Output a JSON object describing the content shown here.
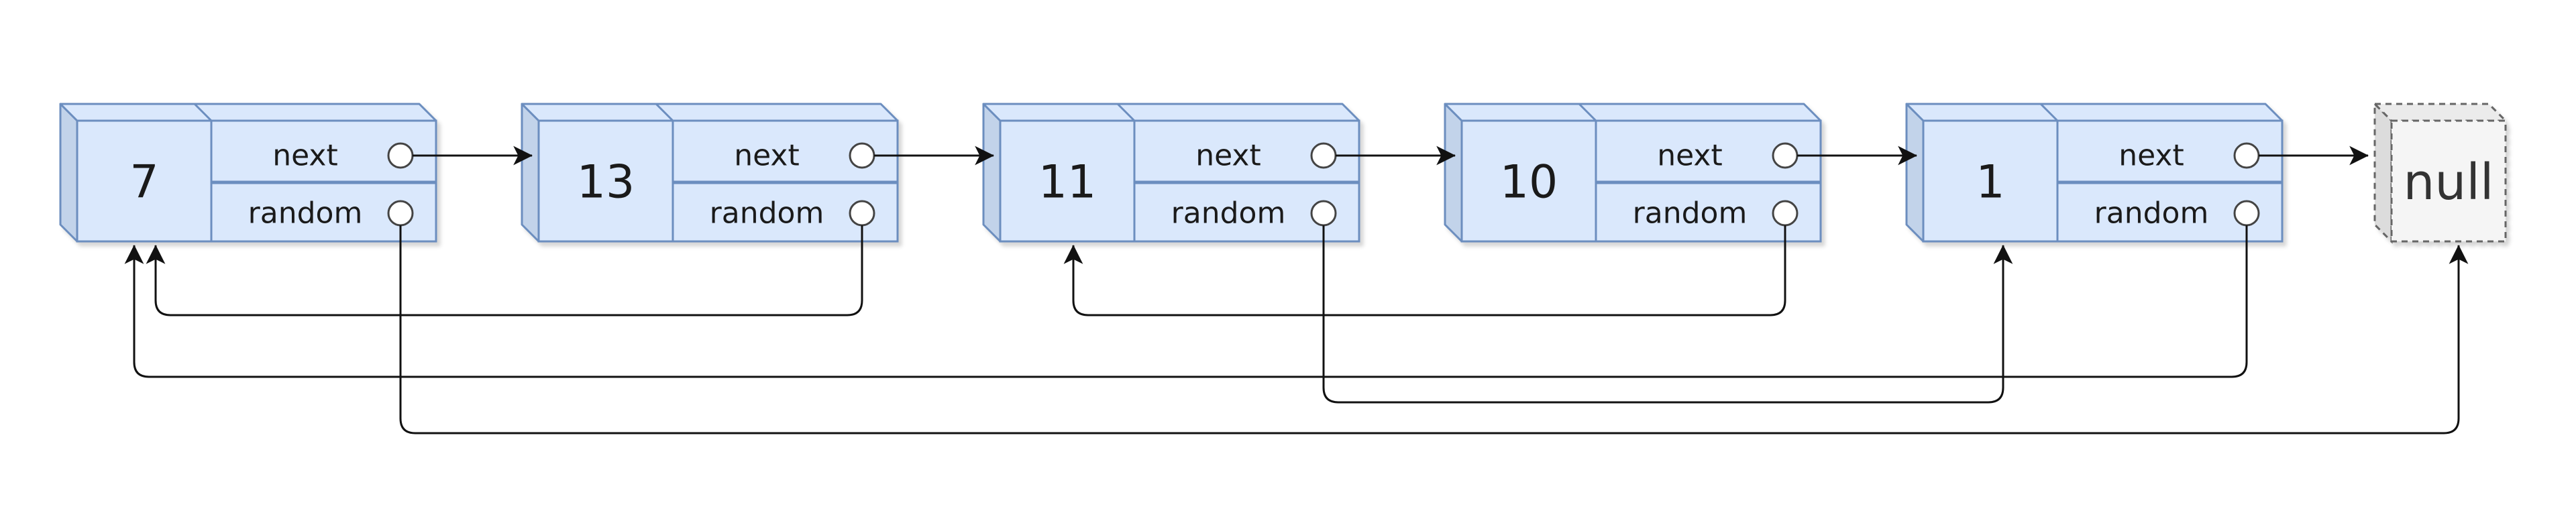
{
  "nodes": [
    {
      "value": "7",
      "fields": [
        "next",
        "random"
      ]
    },
    {
      "value": "13",
      "fields": [
        "next",
        "random"
      ]
    },
    {
      "value": "11",
      "fields": [
        "next",
        "random"
      ]
    },
    {
      "value": "10",
      "fields": [
        "next",
        "random"
      ]
    },
    {
      "value": "1",
      "fields": [
        "next",
        "random"
      ]
    }
  ],
  "null_node": {
    "label": "null"
  },
  "next_links": [
    {
      "from": 0,
      "to": 1
    },
    {
      "from": 1,
      "to": 2
    },
    {
      "from": 2,
      "to": 3
    },
    {
      "from": 3,
      "to": 4
    },
    {
      "from": 4,
      "to": "null"
    }
  ],
  "random_links": [
    {
      "from": 0,
      "to": "null"
    },
    {
      "from": 1,
      "to": 0
    },
    {
      "from": 2,
      "to": 4
    },
    {
      "from": 3,
      "to": 2
    },
    {
      "from": 4,
      "to": 0
    }
  ],
  "colors": {
    "node_fill": "#dae8fc",
    "node_side": "#c2d3ea",
    "node_stroke": "#6c8ebf",
    "null_fill": "#f5f5f5",
    "null_stroke": "#666666",
    "edge": "#111111",
    "port_fill": "#ffffff"
  }
}
